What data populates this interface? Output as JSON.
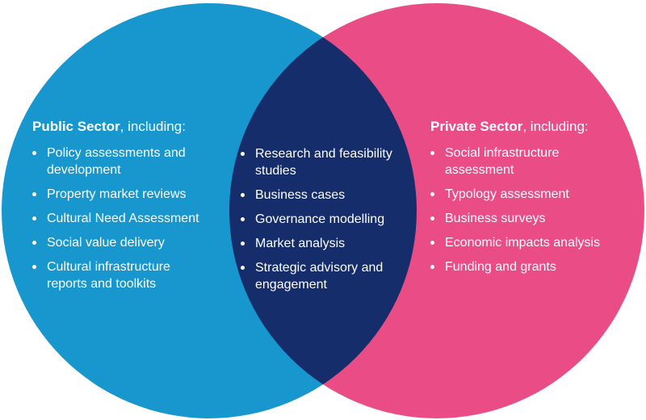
{
  "venn": {
    "colors": {
      "public_circle": "#1797CE",
      "private_circle": "#EA4C86",
      "overlap": "#152E6B",
      "text": "#FFFFFF",
      "background": "#FFFFFF"
    },
    "left": {
      "title_bold": "Public Sector",
      "title_rest": ", including:",
      "items": [
        "Policy assessments and development",
        "Property market reviews",
        "Cultural Need Assessment",
        "Social value delivery",
        "Cultural infrastructure reports and toolkits"
      ]
    },
    "center": {
      "items": [
        "Research and feasibility studies",
        "Business cases",
        "Governance modelling",
        "Market analysis",
        "Strategic advisory and engagement"
      ]
    },
    "right": {
      "title_bold": "Private Sector",
      "title_rest": ", including:",
      "items": [
        "Social infrastructure assessment",
        "Typology assessment",
        "Business surveys",
        "Economic impacts analysis",
        "Funding and grants"
      ]
    }
  }
}
